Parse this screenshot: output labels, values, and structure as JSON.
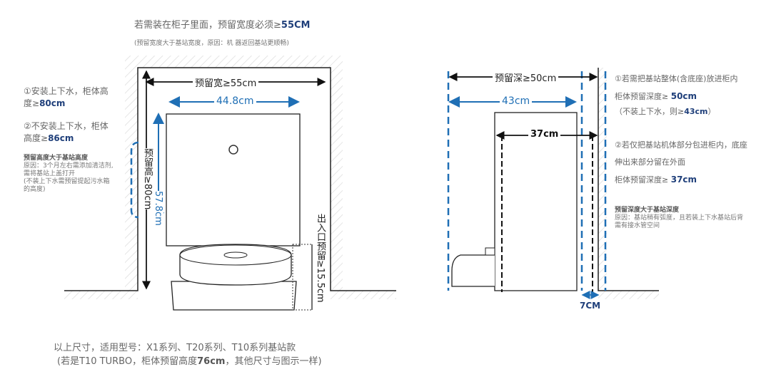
{
  "header": {
    "title_prefix": "若需装在柜子里面，预留宽度必须≥",
    "title_value": "55CM",
    "subtitle": "(预留宽度大于基站宽度，原因：机 器返回基站更顺畅)"
  },
  "left_notes": {
    "note1_text": "①安装上下水，柜体高",
    "note1_prefix": "度≥",
    "note1_value": "80cm",
    "note2_text": "②不安装上下水，柜体",
    "note2_prefix": "高度≥",
    "note2_value": "86cm",
    "reason_title": "预留高度大于基站高度",
    "reason_lines": [
      "原因：3个月左右需添加清洁剂,",
      "需将基站上盖打开",
      "(不装上下水需预留提起污水箱",
      "的高度)"
    ]
  },
  "front_view": {
    "width_label": "预留宽≥55cm",
    "station_width": "44.8cm",
    "height_label": "预留高≥80cm",
    "station_height": "57.8cm",
    "entry_label": "出入口预留≥15.5cm"
  },
  "side_view": {
    "depth_label": "预留深≥50cm",
    "station_depth": "43cm",
    "partial_depth": "37cm",
    "gap": "7CM"
  },
  "right_notes": {
    "note1_text": "①若需把基站整体(含底座)放进柜内",
    "note1_prefix": "柜体预留深度≥ ",
    "note1_value": "50cm",
    "note1_sub_prefix": "（不装上下水，则≥",
    "note1_sub_value": "43cm",
    "note1_sub_suffix": "）",
    "note2_line1": "②若仅把基站机体部分包进柜内，底座",
    "note2_line2": "伸出来部分留在外面",
    "note2_prefix": "柜体预留深度≥ ",
    "note2_value": "37cm",
    "reason_title": "预留深度大于基站深度",
    "reason_lines": [
      "原因：基站稍有弧度，且若装上下水基站后背",
      "需有接水管空间"
    ]
  },
  "footer": {
    "line1": "以上尺寸，适用型号：X1系列、T20系列、T10系列基站款",
    "line2_prefix": "(若是T10 TURBO，柜体预留高度",
    "line2_value": "76cm",
    "line2_suffix": "，其他尺寸与图示一样)"
  },
  "colors": {
    "accent": "#1f6fb5",
    "emphasis": "#1f3f7a"
  }
}
